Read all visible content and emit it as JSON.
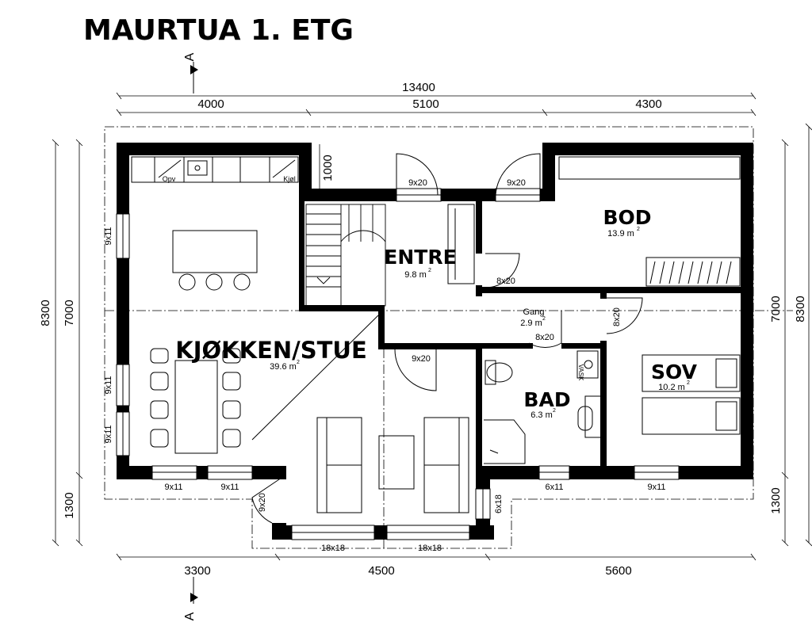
{
  "title": "MAURTUA 1. ETG",
  "section_marker": "A",
  "dims": {
    "top_total": "13400",
    "top_1": "4000",
    "top_2": "5100",
    "top_3": "4300",
    "bottom_1": "3300",
    "bottom_2": "4500",
    "bottom_3": "5600",
    "left_total": "8300",
    "left_main": "7000",
    "left_bottom": "1300",
    "right_main": "7000",
    "right_total": "8300",
    "right_bottom": "1300",
    "chimney": "1000"
  },
  "rooms": {
    "kjokken": {
      "name": "KJØKKEN/STUE",
      "area": "39.6 m",
      "sup": "2"
    },
    "entre": {
      "name": "ENTRE",
      "area": "9.8 m",
      "sup": "2"
    },
    "bod": {
      "name": "BOD",
      "area": "13.9 m",
      "sup": "2"
    },
    "gang": {
      "name": "Gang",
      "area": "2.9 m",
      "sup": "2"
    },
    "bad": {
      "name": "BAD",
      "area": "6.3 m",
      "sup": "2"
    },
    "sov": {
      "name": "SOV",
      "area": "10.2 m",
      "sup": "2"
    }
  },
  "labels": {
    "opv": "Opv",
    "kjol": "Kjøl",
    "vask": "VASK"
  },
  "openings": {
    "door_entre": "9x20",
    "door_bod_ext": "9x20",
    "door_bod": "8x20",
    "door_sov": "8x20",
    "door_bad": "8x20",
    "door_stue": "9x20",
    "door_terrace": "9x20",
    "win_left_1": "9x11",
    "win_left_2": "9x11",
    "win_left_3": "9x11",
    "win_bottom_1": "9x11",
    "win_bottom_2": "9x11",
    "win_bay_1": "18x18",
    "win_bay_2": "18x18",
    "win_bay_side": "6x18",
    "win_bad": "6x11",
    "win_sov": "9x11"
  }
}
